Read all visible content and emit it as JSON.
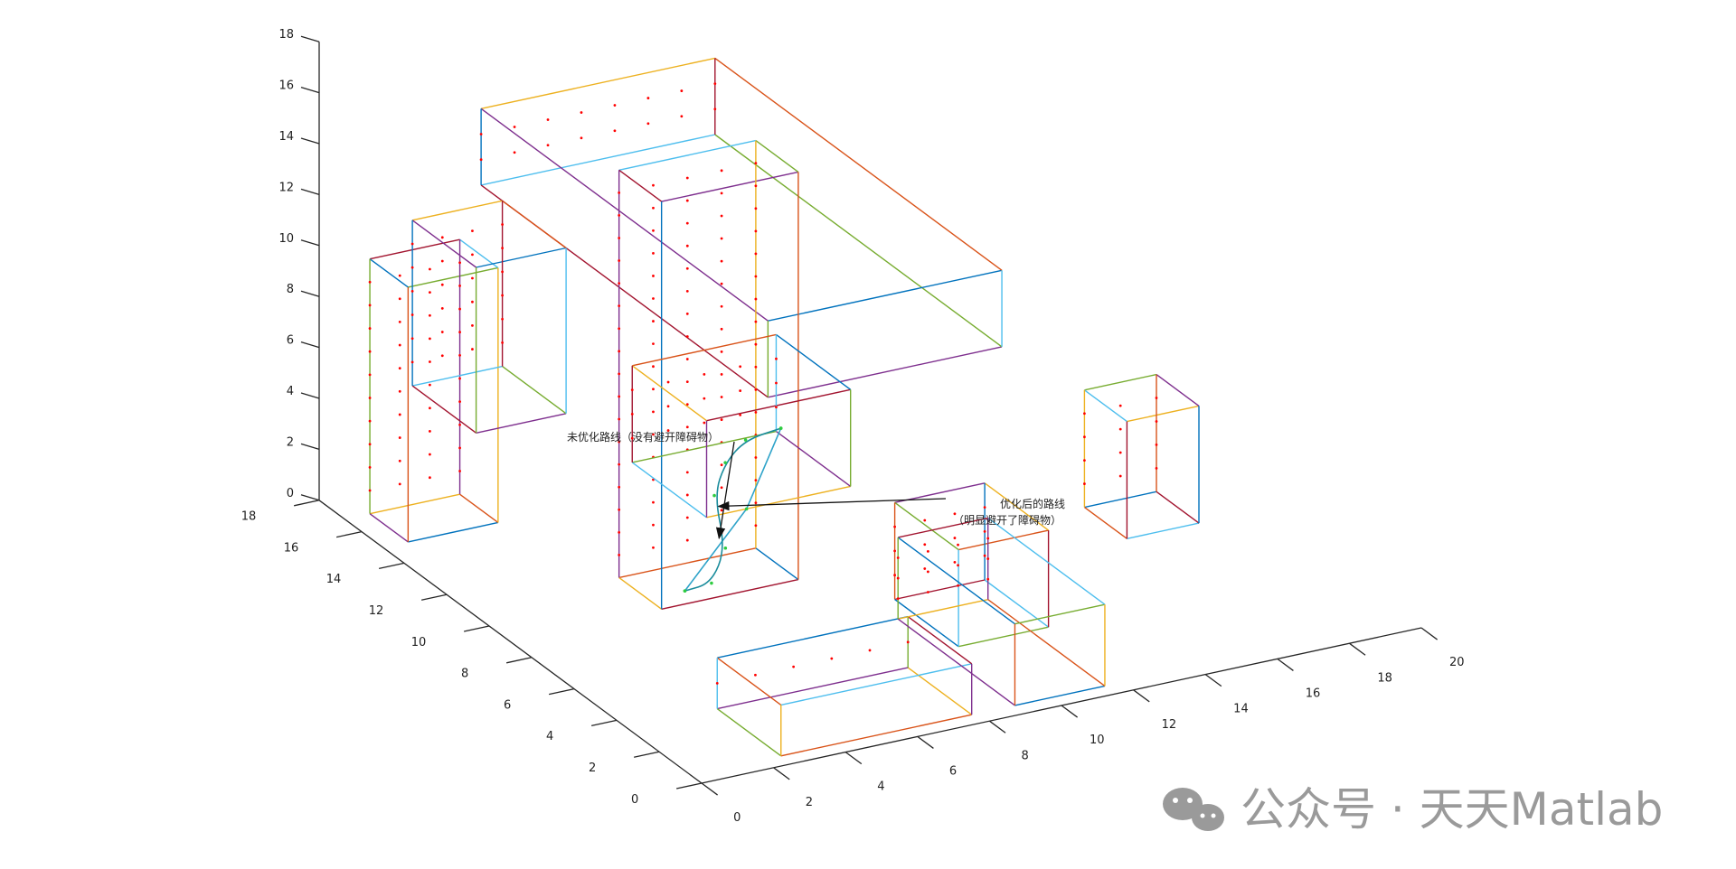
{
  "watermark": {
    "text": "公众号 · 天天Matlab",
    "icon": "wechat-icon",
    "color": "#9a9a9a"
  },
  "chart_data": {
    "type": "3d-scene",
    "title": "",
    "xlabel": "",
    "ylabel": "",
    "zlabel": "",
    "xlim": [
      0,
      20
    ],
    "ylim": [
      0,
      18
    ],
    "zlim": [
      0,
      18
    ],
    "axes": {
      "x": {
        "ticks": [
          0,
          2,
          4,
          6,
          8,
          10,
          12,
          14,
          16,
          18,
          20
        ],
        "labels": [
          "0",
          "2",
          "4",
          "6",
          "8",
          "10",
          "12",
          "14",
          "16",
          "18",
          "20"
        ]
      },
      "y": {
        "ticks": [
          0,
          2,
          4,
          6,
          8,
          10,
          12,
          14,
          16,
          18
        ],
        "labels": [
          "0",
          "2",
          "4",
          "6",
          "8",
          "10",
          "12",
          "14",
          "16",
          "18"
        ]
      },
      "z": {
        "ticks": [
          0,
          2,
          4,
          6,
          8,
          10,
          12,
          14,
          16,
          18
        ],
        "labels": [
          "0",
          "2",
          "4",
          "6",
          "8",
          "10",
          "12",
          "14",
          "16",
          "18"
        ]
      }
    },
    "grid": false,
    "obstacles": [
      {
        "name": "box-1",
        "min": [
          0.7,
          15.0,
          0.0
        ],
        "max": [
          3.2,
          16.8,
          10.0
        ]
      },
      {
        "name": "box-2",
        "min": [
          4.5,
          4.5,
          11.0
        ],
        "max": [
          11.0,
          18.0,
          14.0
        ]
      },
      {
        "name": "box-3",
        "min": [
          4.2,
          9.0,
          0.0
        ],
        "max": [
          8.0,
          11.0,
          16.0
        ]
      },
      {
        "name": "box-4",
        "min": [
          2.5,
          4.0,
          7.2
        ],
        "max": [
          6.5,
          7.5,
          11.0
        ]
      },
      {
        "name": "box-5",
        "min": [
          13.0,
          2.0,
          4.4
        ],
        "max": [
          15.0,
          4.0,
          9.0
        ]
      },
      {
        "name": "box-6",
        "min": [
          2.5,
          0.5,
          0.0
        ],
        "max": [
          7.8,
          3.5,
          2.0
        ]
      },
      {
        "name": "box-7",
        "min": [
          9.5,
          4.0,
          0.0
        ],
        "max": [
          12.0,
          7.0,
          3.8
        ]
      },
      {
        "name": "box-8",
        "min": [
          9.0,
          0.5,
          0.0
        ],
        "max": [
          11.5,
          6.0,
          3.2
        ]
      },
      {
        "name": "box-9",
        "min": [
          2.0,
          14.0,
          4.5
        ],
        "max": [
          4.5,
          17.0,
          11.0
        ]
      }
    ],
    "edge_colors": [
      "#0072BD",
      "#D95319",
      "#EDB120",
      "#7E2F8E",
      "#77AC30",
      "#4DBEEE",
      "#A2142F"
    ],
    "point_color": "#ff0000",
    "series": [
      {
        "name": "",
        "color": "#2ea3c9",
        "points": [
          [
            1.6,
            3.5,
            4.9
          ],
          [
            4.2,
            5.0,
            6.4
          ],
          [
            6.1,
            6.6,
            8.0
          ]
        ]
      },
      {
        "name": "",
        "color": "#1a8c9c",
        "points": [
          [
            1.6,
            3.5,
            4.9
          ],
          [
            2.4,
            3.6,
            4.9
          ],
          [
            3.2,
            4.3,
            5.6
          ],
          [
            3.6,
            5.5,
            6.8
          ],
          [
            4.2,
            6.0,
            7.6
          ],
          [
            5.0,
            6.4,
            8.0
          ],
          [
            6.1,
            6.6,
            8.0
          ]
        ]
      }
    ],
    "annotations": [
      {
        "text": "未优化路线（没有避开障碍物）",
        "arrow_to": [
          3.2,
          4.6,
          5.8
        ]
      },
      {
        "text": "优化后的路线",
        "text2": "（明显避开了障碍物）",
        "arrow_to": [
          3.6,
          5.3,
          6.5
        ]
      }
    ]
  }
}
